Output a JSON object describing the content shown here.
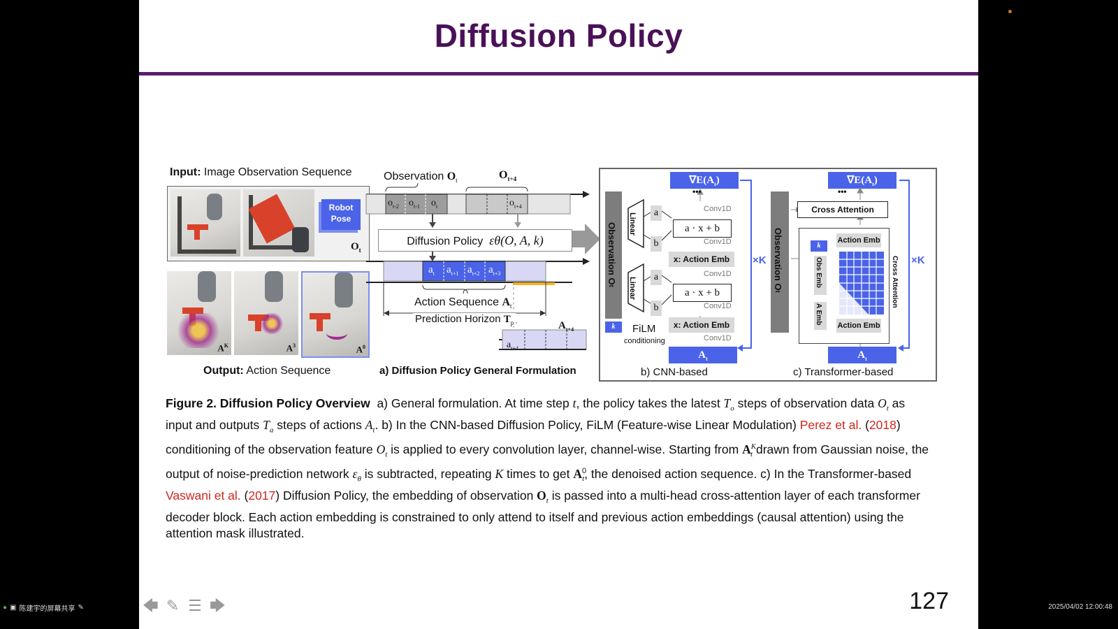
{
  "slide": {
    "title": "Diffusion Policy",
    "number": "127"
  },
  "panel_input": {
    "heading_bold": "Input:",
    "heading_rest": " Image Observation Sequence",
    "robot_pose": "Robot Pose",
    "obs_symbol": "O",
    "obs_sub": "t",
    "output_bold": "Output:",
    "output_rest": "  Action Sequence",
    "denoise_labels": [
      "A",
      "A",
      "A"
    ],
    "denoise_sups": [
      "K",
      "3",
      "0"
    ],
    "denoise_subs": [
      "t",
      "t",
      "t"
    ]
  },
  "panel_a": {
    "obs_label": "Observation",
    "obs_symbol": "O",
    "obs_sub": "t",
    "future_obs": "O",
    "future_obs_sub": "t+4",
    "obs_cells": [
      "o",
      "o",
      "o"
    ],
    "obs_cell_subs": [
      "t-2",
      "t-1",
      "t"
    ],
    "future_cell": "o",
    "future_cell_sub": "t+4",
    "policy_label": "Diffusion Policy",
    "policy_formula": "εθ(O, A, k)",
    "action_cells": [
      "a",
      "a",
      "a",
      "a"
    ],
    "action_cell_subs": [
      "t",
      "t+1",
      "t+2",
      "t+3"
    ],
    "action_seq_label": "Action Sequence",
    "action_seq_symbol": "A",
    "action_seq_sub": "t",
    "horizon_label": "Prediction Horizon",
    "horizon_symbol": "T",
    "horizon_sub": "p",
    "future_action": "A",
    "future_action_sub": "t+4",
    "future_action_cell": "a",
    "future_action_cell_sub": "t+4",
    "caption": "a) Diffusion Policy General Formulation"
  },
  "panel_b": {
    "grad": "∇E(A",
    "grad_sub": "t",
    "grad_close": ")",
    "dots": "•••",
    "obs_label": "Observation O",
    "obs_sub": "t",
    "linear": "Linear",
    "a": "a",
    "b": "b",
    "affine": "a · x + b",
    "conv": "Conv1D",
    "action_emb": "x: Action Emb",
    "times_k": "×K",
    "film": "FiLM",
    "film_sub": "conditioning",
    "k_badge": "k",
    "a_bottom": "A",
    "a_bottom_sub": "t",
    "caption": "b) CNN-based"
  },
  "panel_c": {
    "grad": "∇E(A",
    "grad_sub": "t",
    "grad_close": ")",
    "dots": "•••",
    "obs_label": "Observation O",
    "obs_sub": "t",
    "cross_attention": "Cross Attention",
    "action_emb_top": "Action Emb",
    "action_emb_bottom": "Action Emb",
    "obs_emb": "Obs Emb",
    "a_emb": "A Emb",
    "k_badge": "k",
    "side_label": "Cross Attention",
    "times_k": "×K",
    "a_bottom": "A",
    "a_bottom_sub": "t",
    "caption": "c) Transformer-based"
  },
  "caption": {
    "fig_title": "Figure 2.  Diffusion Policy Overview",
    "ref1": "Perez et al.",
    "ref1_year": "2018",
    "ref2": "Vaswani et al.",
    "ref2_year": "2017"
  },
  "overlay": {
    "share_text": "陈建宇的屏幕共享",
    "clock": "2025/04/02 12:00:48",
    "nav_prev": "previous-slide",
    "nav_pen": "pen",
    "nav_menu": "menu",
    "nav_next": "next-slide"
  },
  "colors": {
    "title": "#4a1158",
    "rule": "#5a1c6e",
    "blue": "#4a63e8",
    "ref_red": "#d0261f"
  }
}
